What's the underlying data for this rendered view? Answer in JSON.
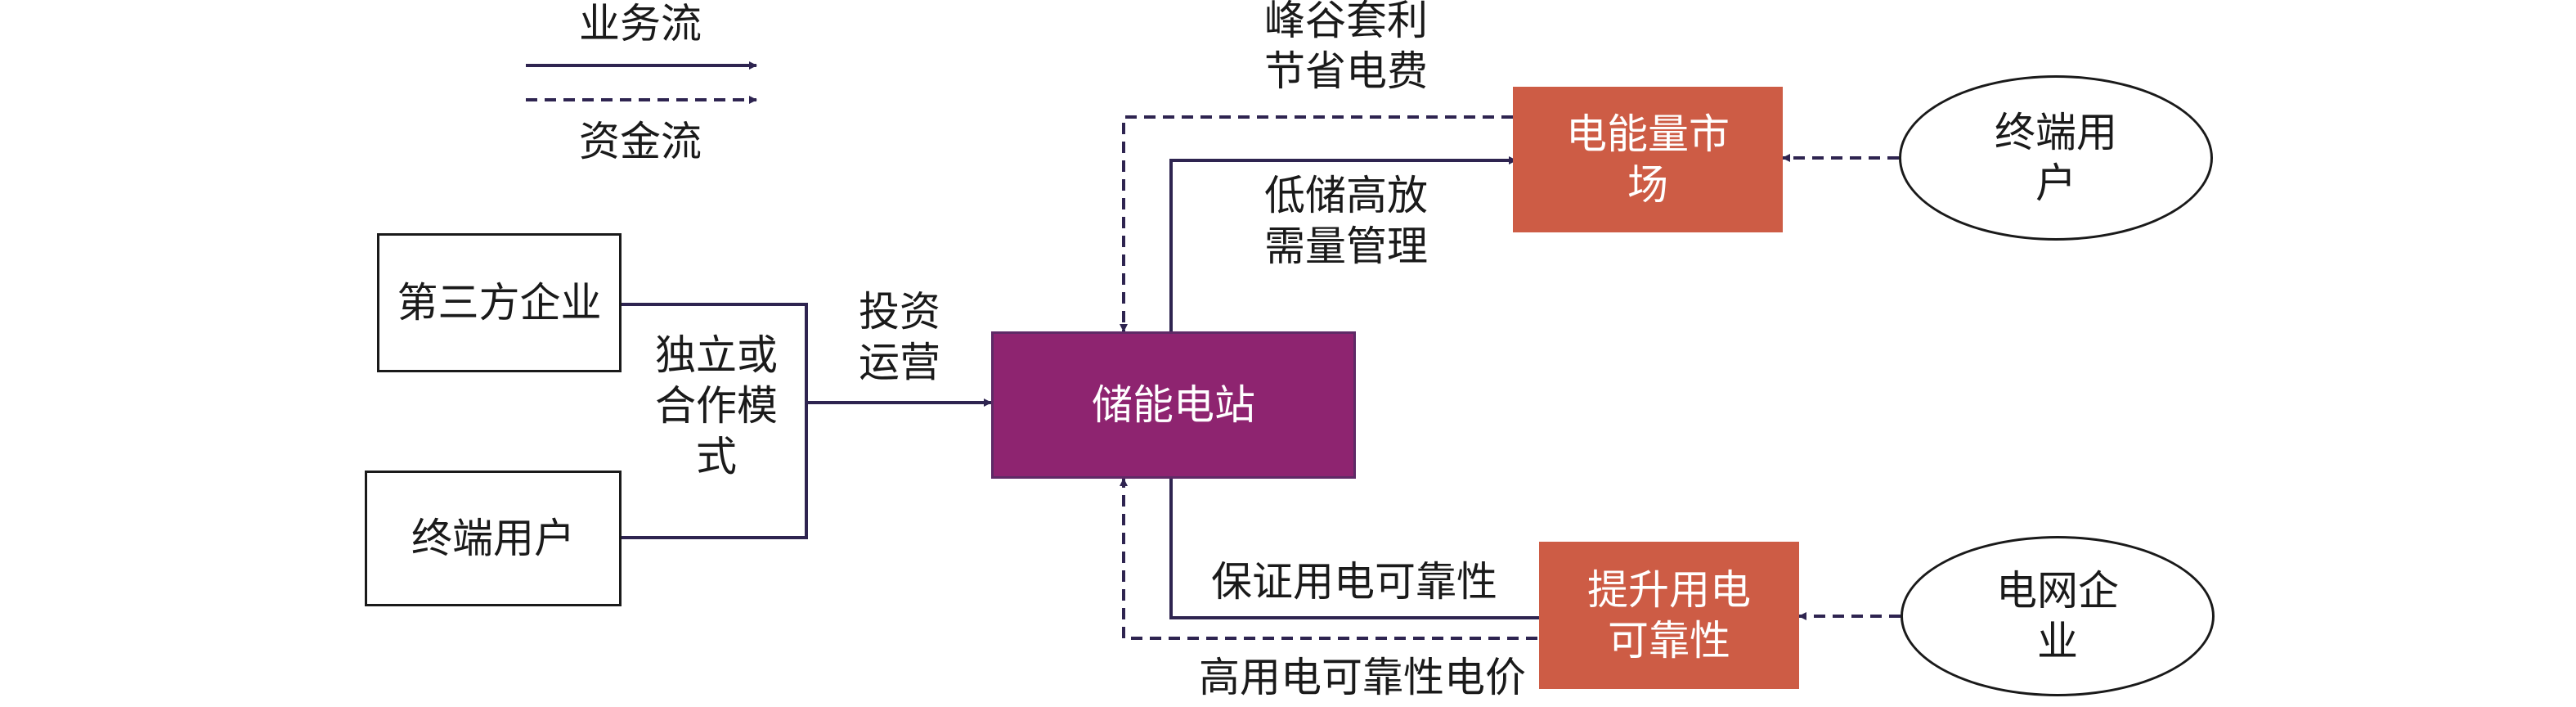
{
  "legend": {
    "business_flow": "业务流",
    "capital_flow": "资金流"
  },
  "nodes": {
    "third_party": "第三方企业",
    "end_user_left": "终端用户",
    "station": "储能电站",
    "energy_market": [
      "电能量市",
      "场"
    ],
    "reliability": [
      "提升用电",
      "可靠性"
    ],
    "end_user_right": [
      "终端用",
      "户"
    ],
    "grid_company": [
      "电网企",
      "业"
    ]
  },
  "labels": {
    "mode": [
      "独立或",
      "合作模",
      "式"
    ],
    "invest": [
      "投资",
      "运营"
    ],
    "peak_valley": [
      "峰谷套利",
      "节省电费"
    ],
    "low_store": [
      "低储高放",
      "需量管理"
    ],
    "guarantee": "保证用电可靠性",
    "high_price": "高用电可靠性电价"
  },
  "colors": {
    "station": "#8e2470",
    "market_boxes": "#cd5c45",
    "arrows": "#3a2a5a"
  }
}
